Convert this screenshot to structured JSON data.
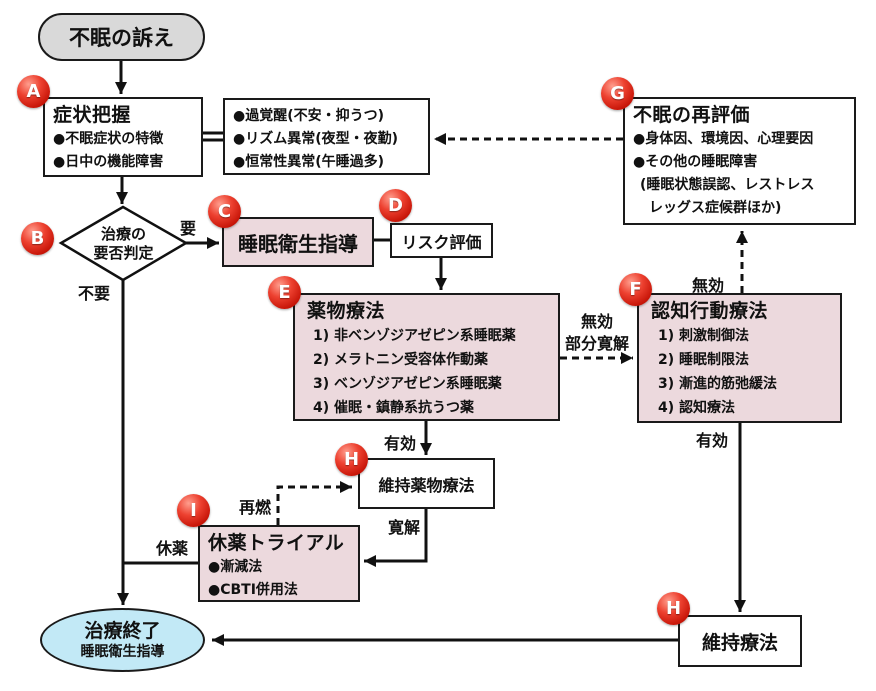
{
  "badges": {
    "a": "A",
    "b": "B",
    "c": "C",
    "d": "D",
    "e": "E",
    "f": "F",
    "g": "G",
    "h": "H",
    "i": "I"
  },
  "nodes": {
    "start": {
      "label": "不眠の訴え"
    },
    "symptom": {
      "title": "症状把握",
      "items": [
        "●不眠症状の特徴",
        "●日中の機能障害"
      ]
    },
    "factors": {
      "items": [
        "●過覚醒(不安・抑うつ)",
        "●リズム異常(夜型・夜勤)",
        "●恒常性異常(午睡過多)"
      ]
    },
    "reassess": {
      "title": "不眠の再評価",
      "items": [
        "●身体因、環境因、心理要因",
        "●その他の睡眠障害",
        "(睡眠状態誤認、レストレス",
        "レッグス症候群ほか)"
      ]
    },
    "decision": {
      "line1": "治療の",
      "line2": "要否判定"
    },
    "hygiene": {
      "title": "睡眠衛生指導"
    },
    "risk": {
      "title": "リスク評価"
    },
    "pharm": {
      "title": "薬物療法",
      "items": [
        "1) 非ベンゾジアゼピン系睡眠薬",
        "2) メラトニン受容体作動薬",
        "3) ベンゾジアゼピン系睡眠薬",
        "4) 催眠・鎮静系抗うつ薬"
      ]
    },
    "cbt": {
      "title": "認知行動療法",
      "items": [
        "1) 刺激制御法",
        "2) 睡眠制限法",
        "3) 漸進的筋弛緩法",
        "4) 認知療法"
      ]
    },
    "maint_drug": {
      "title": "維持薬物療法"
    },
    "holiday": {
      "title": "休薬トライアル",
      "items": [
        "●漸減法",
        "●CBTI併用法"
      ]
    },
    "end": {
      "title": "治療終了",
      "subtitle": "睡眠衛生指導"
    },
    "maintenance": {
      "title": "維持療法"
    }
  },
  "edge_labels": {
    "need": "要",
    "no_need": "不要",
    "ineffective_partial_1": "無効",
    "ineffective_partial_2": "部分寛解",
    "ineffective_up": "無効",
    "effective_f": "有効",
    "effective_e": "有効",
    "remission": "寛解",
    "relapse": "再燃",
    "drug_holiday": "休薬"
  },
  "colors": {
    "badge_red": "#d42a1e",
    "node_pink": "#ecd9dd",
    "node_gray": "#d9d9d9",
    "node_blue": "#c2e9f6",
    "line_black": "#111111"
  }
}
